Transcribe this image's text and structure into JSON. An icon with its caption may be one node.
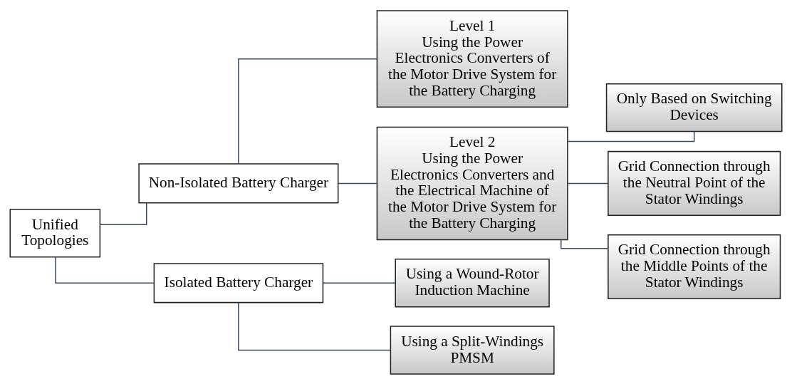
{
  "diagram": {
    "nodes": [
      {
        "text": [
          "Unified Topologies"
        ]
      },
      {
        "text": [
          "Non-Isolated Battery Charger"
        ]
      },
      {
        "text": [
          "Isolated Battery Charger"
        ]
      },
      {
        "text": [
          "Level 1",
          "Using the Power Electronics Converters of the Motor Drive System for the Battery Charging"
        ]
      },
      {
        "text": [
          "Level 2",
          "Using the Power Electronics Converters and the Electrical Machine of the Motor Drive System for the Battery Charging"
        ]
      },
      {
        "text": [
          "Only Based on Switching Devices"
        ]
      },
      {
        "text": [
          "Grid Connection through the Neutral Point of the Stator Windings"
        ]
      },
      {
        "text": [
          "Grid Connection through the Middle Points of the Stator Windings"
        ]
      },
      {
        "text": [
          "Using a Wound-Rotor Induction Machine"
        ]
      },
      {
        "text": [
          "Using a Split-Windings PMSM"
        ]
      }
    ],
    "edges": [
      {
        "from": 0,
        "to": 1,
        "arrow": "none"
      },
      {
        "from": 0,
        "to": 2,
        "arrow": "none"
      },
      {
        "from": 1,
        "to": 3,
        "arrow": "none"
      },
      {
        "from": 1,
        "to": 4,
        "arrow": "none"
      },
      {
        "from": 4,
        "to": 5,
        "arrow": "none"
      },
      {
        "from": 4,
        "to": 6,
        "arrow": "none"
      },
      {
        "from": 4,
        "to": 7,
        "arrow": "none"
      },
      {
        "from": 2,
        "to": 8,
        "arrow": "none"
      },
      {
        "from": 2,
        "to": 9,
        "arrow": "none"
      }
    ]
  }
}
